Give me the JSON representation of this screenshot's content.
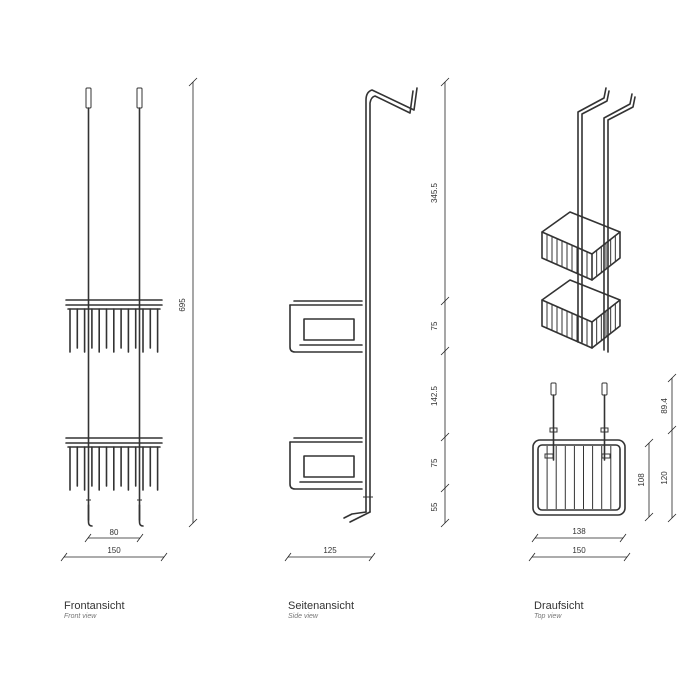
{
  "views": [
    {
      "title": "Frontansicht",
      "subtitle": "Front view"
    },
    {
      "title": "Seitenansicht",
      "subtitle": "Side view"
    },
    {
      "title": "Draufsicht",
      "subtitle": "Top view"
    }
  ],
  "dimensions": {
    "front_total_height": "695",
    "front_hook_spacing": "80",
    "front_width": "150",
    "side_depth": "125",
    "side_upper_gap": "345.5",
    "side_upper_basket": "75",
    "side_mid_gap": "142.5",
    "side_lower_basket": "75",
    "side_bottom": "55",
    "top_inner_width": "138",
    "top_width": "150",
    "top_inner_depth": "108",
    "top_depth": "120",
    "top_hook": "89.4"
  }
}
